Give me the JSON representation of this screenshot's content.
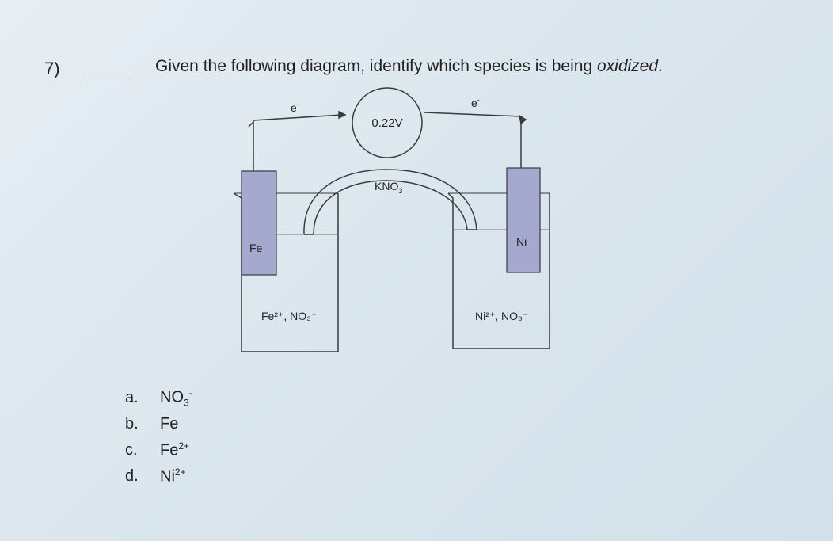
{
  "question": {
    "number": "7)",
    "text_before": "Given the following diagram, identify which species is being ",
    "text_emphasis": "oxidized",
    "text_after": "."
  },
  "diagram": {
    "electron_left": "e",
    "electron_left_charge": "-",
    "electron_right": "e",
    "electron_right_charge": "-",
    "voltmeter_label": "0.22V",
    "salt_bridge_label": "KNO",
    "salt_bridge_sub": "3",
    "left_electrode": "Fe",
    "right_electrode": "Ni",
    "left_solution": "Fe²⁺, NO₃⁻",
    "right_solution": "Ni²⁺, NO₃⁻",
    "colors": {
      "electrode_fill": "#a5a9d0",
      "line": "#3a3a3a"
    }
  },
  "choices": [
    {
      "letter": "a.",
      "base": "NO",
      "sub": "3",
      "sup": "-"
    },
    {
      "letter": "b.",
      "base": "Fe",
      "sub": "",
      "sup": ""
    },
    {
      "letter": "c.",
      "base": "Fe",
      "sub": "",
      "sup": "2+"
    },
    {
      "letter": "d.",
      "base": "Ni",
      "sub": "",
      "sup": "2+"
    }
  ]
}
